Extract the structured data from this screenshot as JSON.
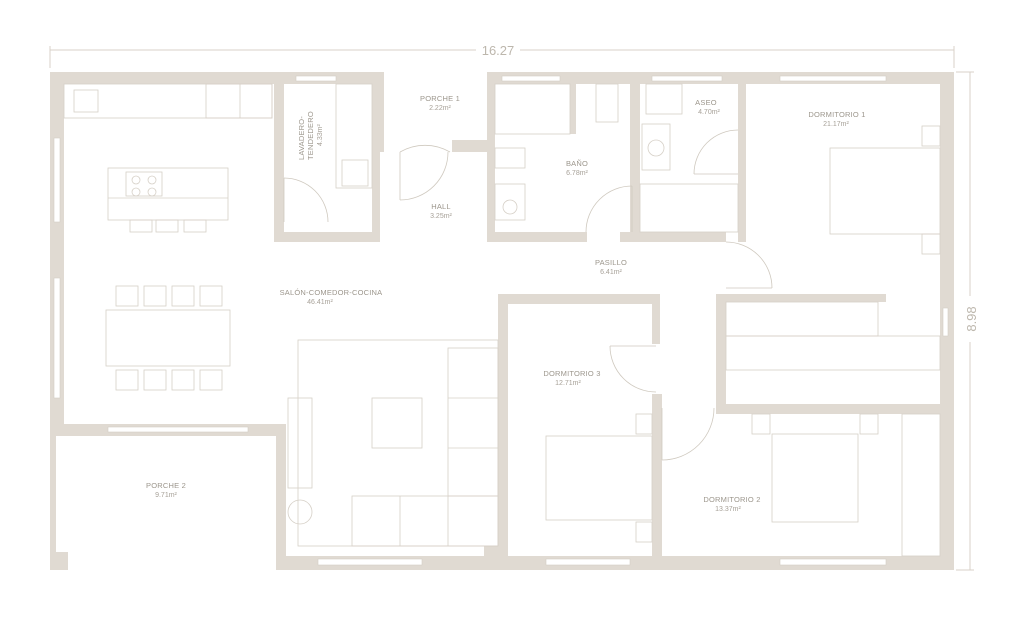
{
  "colors": {
    "wall": "#e0dad2",
    "line": "#cdc7bd",
    "text": "#9c968c",
    "dim": "#bdb7ad"
  },
  "dimensions": {
    "width": "16.27",
    "height": "8.98"
  },
  "rooms": {
    "porche1": {
      "name": "PORCHE 1",
      "area": "2.22m²"
    },
    "lavadero": {
      "name_line1": "LAVADERO-",
      "name_line2": "TENDEDERO",
      "area": "4.33m²"
    },
    "hall": {
      "name": "HALL",
      "area": "3.25m²"
    },
    "bano": {
      "name": "BAÑO",
      "area": "6.78m²"
    },
    "aseo": {
      "name": "ASEO",
      "area": "4.70m²"
    },
    "dormitorio1": {
      "name": "DORMITORIO 1",
      "area": "21.17m²"
    },
    "pasillo": {
      "name": "PASILLO",
      "area": "6.41m²"
    },
    "salon": {
      "name": "SALÓN-COMEDOR-COCINA",
      "area": "46.41m²"
    },
    "dormitorio3": {
      "name": "DORMITORIO 3",
      "area": "12.71m²"
    },
    "porche2": {
      "name": "PORCHE 2",
      "area": "9.71m²"
    },
    "dormitorio2": {
      "name": "DORMITORIO 2",
      "area": "13.37m²"
    }
  }
}
